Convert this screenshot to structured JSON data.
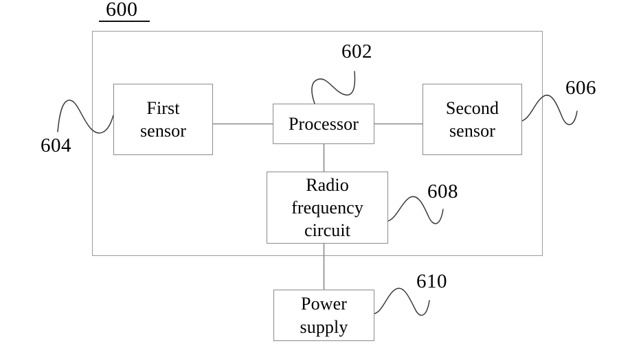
{
  "figure": {
    "number": "600",
    "caption_underline": true
  },
  "container": {
    "name": "terminal-device-enclosure"
  },
  "blocks": [
    {
      "id": "first-sensor",
      "lines": [
        "First",
        "sensor"
      ],
      "ref": "604"
    },
    {
      "id": "processor",
      "lines": [
        "Processor"
      ],
      "ref": "602"
    },
    {
      "id": "second-sensor",
      "lines": [
        "Second",
        "sensor"
      ],
      "ref": "606"
    },
    {
      "id": "radio-frequency-circuit",
      "lines": [
        "Radio",
        "frequency",
        "circuit"
      ],
      "ref": "608"
    },
    {
      "id": "power-supply",
      "lines": [
        "Power",
        "supply"
      ],
      "ref": "610"
    }
  ],
  "reference_labels": {
    "device": "600",
    "processor": "602",
    "first_sensor": "604",
    "second_sensor": "606",
    "radio_frequency_circuit": "608",
    "power_supply": "610"
  },
  "colors": {
    "stroke": "#8a8a8a",
    "frame": "#9a9a9a",
    "leader": "#3a3a3a",
    "text": "#000000",
    "background": "#ffffff"
  }
}
